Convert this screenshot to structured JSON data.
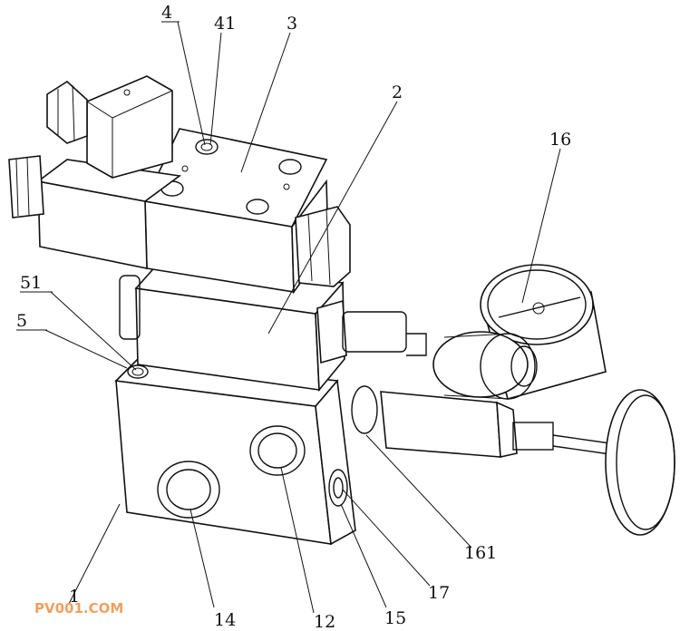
{
  "labels": {
    "l4": "4",
    "l41": "41",
    "l3": "3",
    "l2": "2",
    "l16": "16",
    "l51": "51",
    "l5": "5",
    "l1": "1",
    "l14": "14",
    "l12": "12",
    "l15": "15",
    "l17": "17",
    "l161": "161"
  },
  "watermark": "PV001.COM",
  "colors": {
    "line": "#111111",
    "watermark": "#f0a060"
  }
}
